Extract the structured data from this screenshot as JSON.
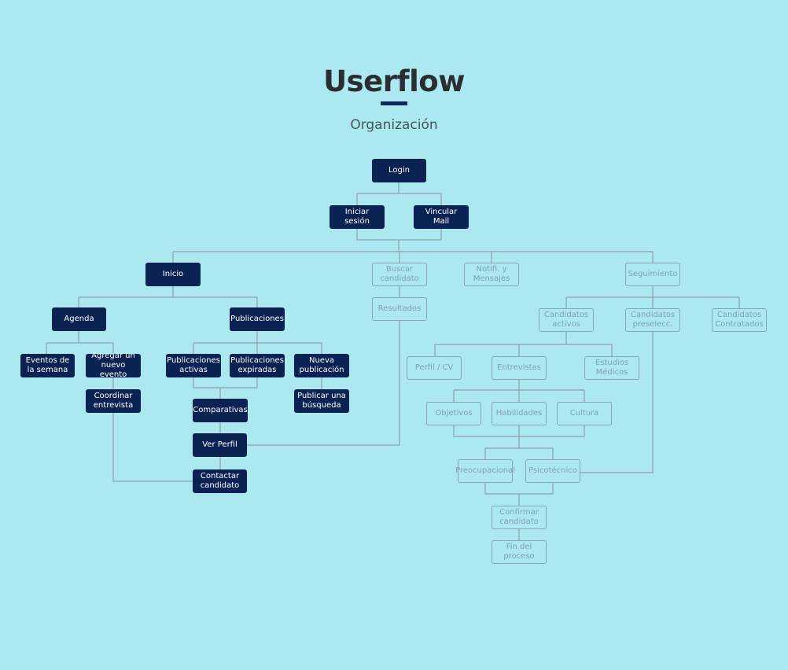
{
  "header": {
    "title": "Userflow",
    "subtitle": "Organización"
  },
  "colors": {
    "background": "#ace8f0",
    "primary_node": "#0b2353",
    "secondary_border": "#88a6ae",
    "secondary_text": "#7fa3ad",
    "connector": "#8aa1a8"
  },
  "nodes": {
    "login": "Login",
    "iniciar_sesion": "Iniciar sesión",
    "vincular_mail": "Vincular Mail",
    "inicio": "Inicio",
    "buscar_candidato": "Buscar\ncandidato",
    "notificaciones": "Notifi. y\nMensajes",
    "seguimiento": "Seguimiento",
    "resultados": "Resultados",
    "agenda": "Agenda",
    "publicaciones": "Publicaciones",
    "eventos_semana": "Eventos de\nla semana",
    "agregar_evento": "Agregar un\nnuevo evento",
    "coordinar_entrevista": "Coordinar\nentrevista",
    "publicaciones_activas": "Publicaciones\nactivas",
    "publicaciones_expiradas": "Publicaciones\nexpiradas",
    "nueva_publicacion": "Nueva\npublicación",
    "publicar_busqueda": "Publicar una\nbúsqueda",
    "comparativas": "Comparativas",
    "ver_perfil": "Ver Perfil",
    "contactar_candidato": "Contactar\ncandidato",
    "candidatos_activos": "Candidatos\nactivos",
    "candidatos_preselecc": "Candidatos\npreselecc.",
    "candidatos_contratados": "Candidatos\nContratados",
    "perfil_cv": "Perfil / CV",
    "entrevistas": "Entrevistas",
    "estudios_medicos": "Estudios\nMédicos",
    "objetivos": "Objetivos",
    "habilidades": "Habilidades",
    "cultura": "Cultura",
    "preocupacional": "Preocupacional",
    "psicotecnico": "Psicotécnico",
    "confirmar_candidato": "Confirmar\ncandidato",
    "fin_proceso": "Fin del\nproceso"
  }
}
